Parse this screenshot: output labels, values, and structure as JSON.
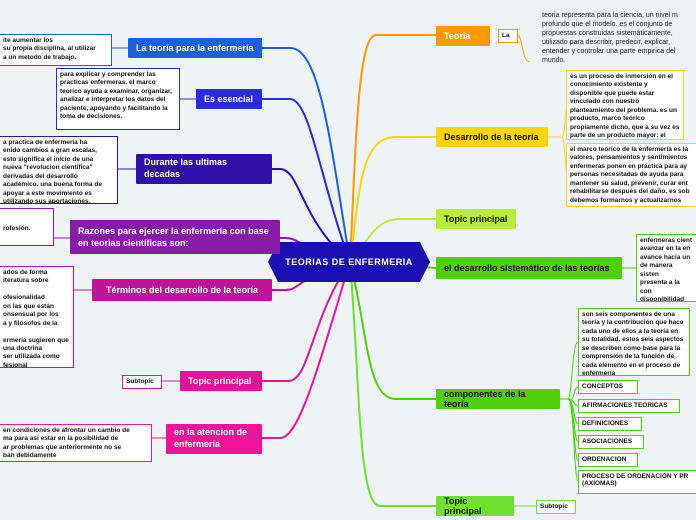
{
  "central": {
    "label": "TEORIAS DE ENFERMERIA"
  },
  "left": {
    "teoria_enfermeria": {
      "label": "La teoría para la enfermería",
      "note": "ite aumentar los\n su propia disciplina, al utilizar\na un metodo de trabajo."
    },
    "es_esencial": {
      "label": "Es esencial",
      "note": "para explicar y comprender las practicas enfermeras.  el marco teorico ayuda a examinar, organizar, analizar e interpretar los datos del paciente, apoyando y facilitando la toma de decisiones."
    },
    "ultimas_decadas": {
      "label": "Durante las ultimas decadas",
      "note": "a practica de enfermería ha\nenido cambios a gran escalas,\nesto significa  el inicio de una\nnueva \"revolucion cientifica\"\nderivadas del desarrollo\nacadémico. una buena forma de\napoyar a este movimiento es\nutilizando sus aportaciones."
    },
    "razones": {
      "label": "Razones para ejercer la enfermería con base en teorias científicas son:",
      "note": "rofesión."
    },
    "terminos": {
      "label": "Términos del desarrollo de la teoría",
      "note": "ados de forma\niteratura sobre\n\nofesionalidad\non las que están\nonsensual por los\na y filósofos de la\n\nermería sugieren que\n una doctrina\nser utilizada como\nfesional"
    },
    "topic_left": {
      "label": "Topic principal",
      "subtopic": "Subtopic"
    },
    "atencion": {
      "label": "en la atencion de enfermería",
      "note": " en condiciones de afrontar un cambio de\nma para asi estar en la posibilidad de\nar problemas que anteriormente no se\nban debidamente"
    }
  },
  "right": {
    "teoria": {
      "label": "Teoria",
      "sub": "La",
      "note": "teoria representa para la ciencia, un nivel m\nprofundo que el modelo. es el conjunto de\npropuestas construidas sistemáticamente,\nutilizado para describir, predecir, explicar,\nentender y controlar una parte empirica del\nmundo."
    },
    "desarrollo": {
      "label": "Desarrollo de la teoría",
      "note1": "es un proceso de inmersión en el conocimiento existente y disponible que puede estar vinculado con nuestro planteamiento del problema. es un producto, marco teórico propiamente dicho, que a su vez es parte de un producto mayor: el reporte de investigación.",
      "note2": "el marco teórico de la enfermería es la\nvalores, pensamientos y sentimientos\nenfermeras ponen en práctica para ay\npersonas necesitadas de ayuda para\nmantener su salud, prevenir, curar ent\nrehabilitarse despues del daño, es sob\ndebemos formarnos y actualizarnos"
    },
    "topic1": {
      "label": "Topic principal"
    },
    "sistematico": {
      "label": "el desarrollo sistemático de las teorías",
      "note": "enfermeras cient\navanzar en la en\navance hacia un\nde manera sisten\npresenta a la con\ndisponibilidad de\ncon el proceso e\nde la teoría."
    },
    "componentes": {
      "label": "componentes de la teoría",
      "note": "son seis componentes de una teoría y la contribución que hace cada uno de ellos a la teoría en su totalidad. estos seis aspectos se describen como base para la comprensión de la función de cada elemento en el proceso de enfermería",
      "items": [
        "CONCEPTOS",
        "AFIRMACIONES TEORICAS",
        "DEFINICIONES",
        "ASOCIACIONES",
        "ORDENACION",
        "PROCESO DE ORDENACION Y PR\n(AXIOMAS)"
      ]
    },
    "topic2": {
      "label": "Topic principal",
      "subtopic": "Subtopic"
    }
  },
  "colors": {
    "orange": "#ff9900",
    "yellow": "#ffd400",
    "green": "#4fd10a",
    "blue": "#1e5fe0",
    "navy": "#2010b0",
    "purple": "#8a1aa8",
    "magenta": "#f0139a",
    "center": "#1a0fb0"
  }
}
